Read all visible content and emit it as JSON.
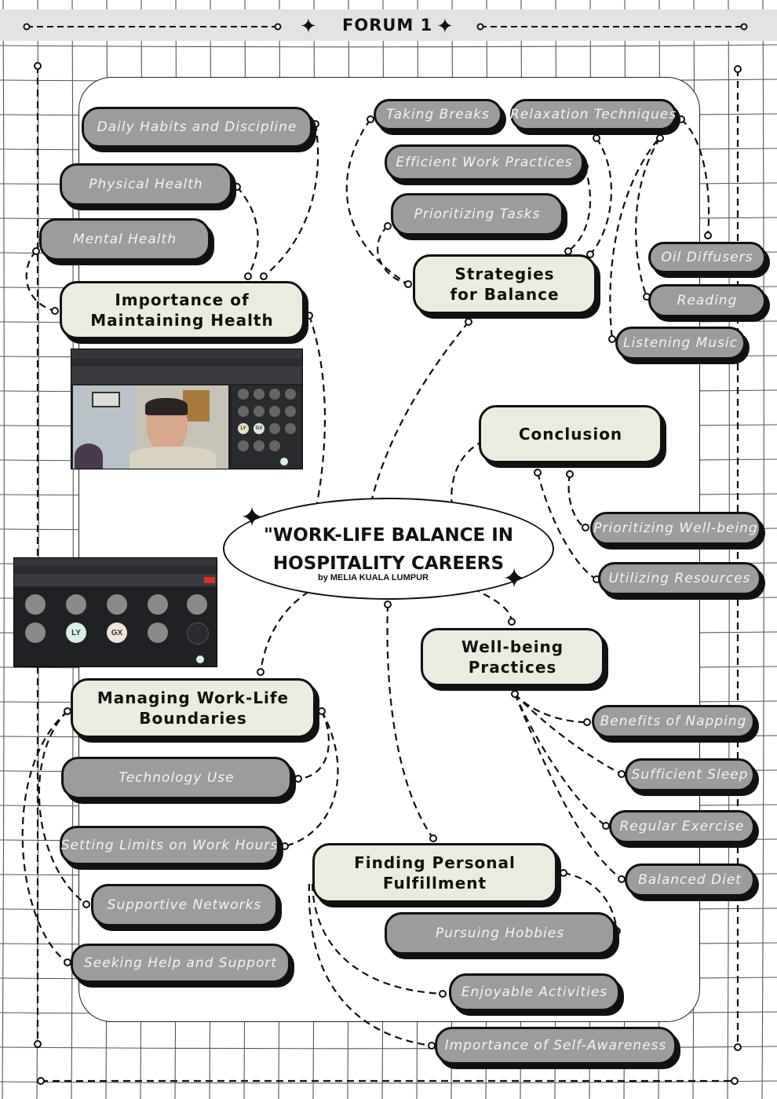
{
  "header": {
    "title": "FORUM 1"
  },
  "center": {
    "title": "\"WORK-LIFE BALANCE IN\nHOSPITALITY CAREERS",
    "subtitle": "by MELIA KUALA LUMPUR"
  },
  "topics": {
    "health": "Importance of\nMaintaining Health",
    "balance": "Strategies\nfor Balance",
    "conclusion": "Conclusion",
    "boundaries": "Managing Work-Life\nBoundaries",
    "wellbeing": "Well-being\nPractices",
    "fulfillment": "Finding Personal\nFulfillment"
  },
  "subtopics": {
    "health": [
      "Daily Habits and Discipline",
      "Physical Health",
      "Mental Health"
    ],
    "balance": [
      "Taking Breaks",
      "Relaxation Techniques",
      "Efficient Work Practices",
      "Prioritizing Tasks"
    ],
    "relaxation": [
      "Oil Diffusers",
      "Reading",
      "Listening Music"
    ],
    "conclusion": [
      "Prioritizing Well-being",
      "Utilizing Resources"
    ],
    "wellbeing": [
      "Benefits of Napping",
      "Sufficient Sleep",
      "Regular Exercise",
      "Balanced Diet"
    ],
    "boundaries": [
      "Technology Use",
      "Setting Limits on Work Hours",
      "Supportive Networks",
      "Seeking Help and Support"
    ],
    "fulfillment": [
      "Pursuing Hobbies",
      "Enjoyable Activities",
      "Importance of Self-Awareness"
    ]
  },
  "meeting": {
    "initials": [
      "LY",
      "GX"
    ]
  },
  "colors": {
    "pill_fill": "#9c9c9c",
    "topic_fill": "#ecebdf",
    "ink": "#111111"
  }
}
